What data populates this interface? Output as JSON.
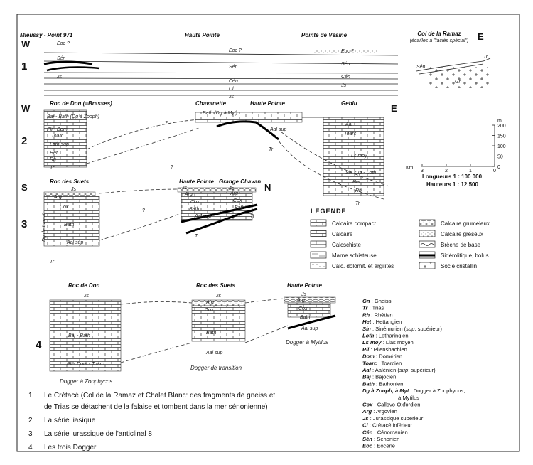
{
  "sections": {
    "s1": {
      "number": "1",
      "west": "W",
      "east": "E",
      "sites": [
        "Mieussy - Point 971",
        "Haute Pointe",
        "Pointe de Vésine",
        "Col de la Ramaz"
      ],
      "site_note": "(écailles à \"faciès spécial\")",
      "units": [
        "Eoc ?",
        "Sén",
        "Js",
        "Eoc ?",
        "Sén",
        "Cén",
        "Ci",
        "Js",
        "Eoc ?",
        "Sén",
        "Cén",
        "Js",
        "Sén",
        "Tr",
        "Gn"
      ]
    },
    "s2": {
      "number": "2",
      "west": "W",
      "east": "E",
      "sites": [
        "Roc de Don (=Brasses)",
        "Chavanette",
        "Haute Pointe",
        "Geblu"
      ],
      "units": [
        "Baj - Bath (Dg à Zooph)",
        "Pli - Dom",
        "Toarc",
        "Loth sup",
        "Het",
        "Rh",
        "Tr",
        "Bath (Dg à Myt)",
        "Aal sup",
        "Tr",
        "Aal",
        "Toarc",
        "Ls moy",
        "Sin sup - Loth",
        "Het",
        "Rh",
        "Tr",
        "?",
        "?"
      ]
    },
    "s3": {
      "number": "3",
      "south": "S",
      "north": "N",
      "sites": [
        "Roc des Suets",
        "Haute Pointe",
        "Grange Chavan"
      ],
      "units": [
        "Js",
        "Arg",
        "Cox",
        "Bath",
        "Aal sup",
        "Tr",
        "Dg de transit.",
        "Js",
        "Arg",
        "Cox",
        "Bath",
        "Aal sup",
        "Tr",
        "Js",
        "Arg",
        "Cox",
        "Bath",
        "Tr",
        "?"
      ]
    },
    "s4": {
      "number": "4",
      "sites": [
        "Roc de Don",
        "Roc des Suets",
        "Haute Pointe"
      ],
      "units": [
        "Js",
        "Baj - Bath",
        "Pli - Dom - Toarc",
        "Js",
        "Arg",
        "Cox",
        "Bath",
        "Aal sup",
        "Js",
        "Arg",
        "Cox",
        "Bath",
        "Aal sup"
      ],
      "captions": [
        "Dogger à Zoophycos",
        "Dogger de transition",
        "Dogger à Mytilus"
      ]
    }
  },
  "scale": {
    "unit": "m",
    "ticks_v": [
      "200",
      "150",
      "100",
      "50",
      "0"
    ],
    "km_label": "Km",
    "ticks_h": [
      "3",
      "2",
      "1",
      "0"
    ],
    "lengths": "Longueurs 1 : 100 000",
    "heights": "Hauteurs 1 : 12 500"
  },
  "legend": {
    "title": "LEGENDE",
    "left": [
      "Calcaire compact",
      "Calcaire",
      "Calcschiste",
      "Marne schisteuse",
      "Calc. dolomit. et argilites"
    ],
    "right": [
      "Calcaire grumeleux",
      "Calcaire gréseux",
      "Brèche de base",
      "Sidérolitique, bolus",
      "Socle cristallin"
    ]
  },
  "abbreviations": [
    {
      "abbr": "Gn",
      "text": ": Gneiss"
    },
    {
      "abbr": "Tr",
      "text": ": Trias"
    },
    {
      "abbr": "Rh",
      "text": ": Rhétien"
    },
    {
      "abbr": "Het",
      "text": ": Hettangien"
    },
    {
      "abbr": "Sin",
      "text": ": Sinémurien (",
      "em": "sup",
      "tail": ": supérieur)"
    },
    {
      "abbr": "Loth",
      "text": ": Lotharingien"
    },
    {
      "abbr": "Ls moy",
      "text": ": Lias moyen"
    },
    {
      "abbr": "Pli",
      "text": ": Pliensbachien"
    },
    {
      "abbr": "Dom",
      "text": ": Domérien"
    },
    {
      "abbr": "Toarc",
      "text": ": Toarcien"
    },
    {
      "abbr": "Aal",
      "text": ": Aalénien (",
      "em": "sup",
      "tail": ": supérieur)"
    },
    {
      "abbr": "Baj",
      "text": ": Bajocien"
    },
    {
      "abbr": "Bath",
      "text": ": Bathonien"
    },
    {
      "abbr": "Dg à Zooph, à Myt",
      "text": ": Dogger à Zoophycos,"
    },
    {
      "abbr": "",
      "text": "à Mytilus"
    },
    {
      "abbr": "Cox",
      "text": ": Callovo-Oxfordien"
    },
    {
      "abbr": "Arg",
      "text": ": Argovien"
    },
    {
      "abbr": "Js",
      "text": ": Jurassique supérieur"
    },
    {
      "abbr": "Ci",
      "text": ": Crétacé inférieur"
    },
    {
      "abbr": "Cén",
      "text": ": Cénomanien"
    },
    {
      "abbr": "Sén",
      "text": ": Sénonien"
    },
    {
      "abbr": "Eoc",
      "text": ": Eocène"
    }
  ],
  "captions": [
    {
      "n": "1",
      "text": "Le Crétacé (Col de la Ramaz et Chalet Blanc: des fragments de gneiss et"
    },
    {
      "n": "",
      "text": "de Trias se détachent de la falaise et tombent dans la mer sénonienne)"
    },
    {
      "n": "2",
      "text": "La série liasique"
    },
    {
      "n": "3",
      "text": "La série jurassique de l'anticlinal 8"
    },
    {
      "n": "4",
      "text": "Les trois Dogger"
    }
  ]
}
